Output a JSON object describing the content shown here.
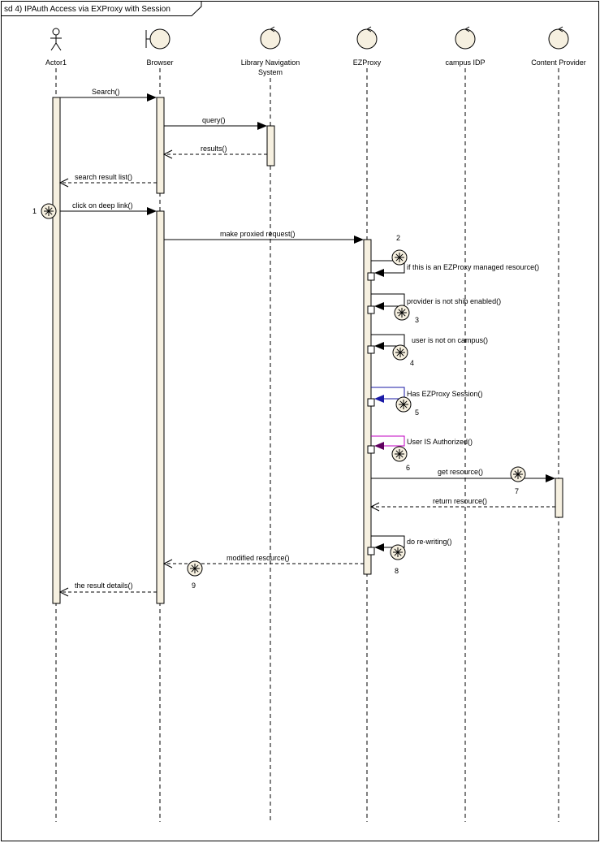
{
  "frame": {
    "title": "sd 4) IPAuth Access via EXProxy with Session"
  },
  "lifelines": [
    {
      "id": "actor1",
      "kind": "actor",
      "label": "Actor1",
      "label2": ""
    },
    {
      "id": "browser",
      "kind": "boundary",
      "label": "Browser",
      "label2": ""
    },
    {
      "id": "libnav",
      "kind": "control",
      "label": "Library Navigation",
      "label2": "System"
    },
    {
      "id": "ezproxy",
      "kind": "control",
      "label": "EZProxy",
      "label2": ""
    },
    {
      "id": "idp",
      "kind": "control",
      "label": "campus IDP",
      "label2": ""
    },
    {
      "id": "provider",
      "kind": "control",
      "label": "Content Provider",
      "label2": ""
    }
  ],
  "messages": [
    {
      "from": "actor1",
      "to": "browser",
      "label": "Search()",
      "kind": "sync"
    },
    {
      "from": "browser",
      "to": "libnav",
      "label": "query()",
      "kind": "sync"
    },
    {
      "from": "libnav",
      "to": "browser",
      "label": "results()",
      "kind": "return"
    },
    {
      "from": "browser",
      "to": "actor1",
      "label": "search result list()",
      "kind": "return"
    },
    {
      "from": "actor1",
      "to": "browser",
      "label": "click on deep link()",
      "kind": "sync"
    },
    {
      "from": "browser",
      "to": "ezproxy",
      "label": "make proxied request()",
      "kind": "sync"
    },
    {
      "from": "ezproxy",
      "to": "ezproxy",
      "label": "if this is an EZProxy managed resource()",
      "kind": "self",
      "color": "#000000"
    },
    {
      "from": "ezproxy",
      "to": "ezproxy",
      "label": "provider is not shib enabled()",
      "kind": "self",
      "color": "#000000"
    },
    {
      "from": "ezproxy",
      "to": "ezproxy",
      "label": "user is not on campus()",
      "kind": "self",
      "color": "#000000"
    },
    {
      "from": "ezproxy",
      "to": "ezproxy",
      "label": "Has EZProxy Session()",
      "kind": "self",
      "color": "#1a1aa6"
    },
    {
      "from": "ezproxy",
      "to": "ezproxy",
      "label": "User IS Authorized()",
      "kind": "self",
      "color": "#c000c0"
    },
    {
      "from": "ezproxy",
      "to": "provider",
      "label": "get resource()",
      "kind": "sync"
    },
    {
      "from": "provider",
      "to": "ezproxy",
      "label": "return resource()",
      "kind": "return"
    },
    {
      "from": "ezproxy",
      "to": "ezproxy",
      "label": "do re-writing()",
      "kind": "self",
      "color": "#000000"
    },
    {
      "from": "ezproxy",
      "to": "browser",
      "label": "modified resource()",
      "kind": "return"
    },
    {
      "from": "browser",
      "to": "actor1",
      "label": "the result details()",
      "kind": "return"
    }
  ],
  "markers": [
    "1",
    "2",
    "3",
    "4",
    "5",
    "6",
    "7",
    "8",
    "9"
  ]
}
